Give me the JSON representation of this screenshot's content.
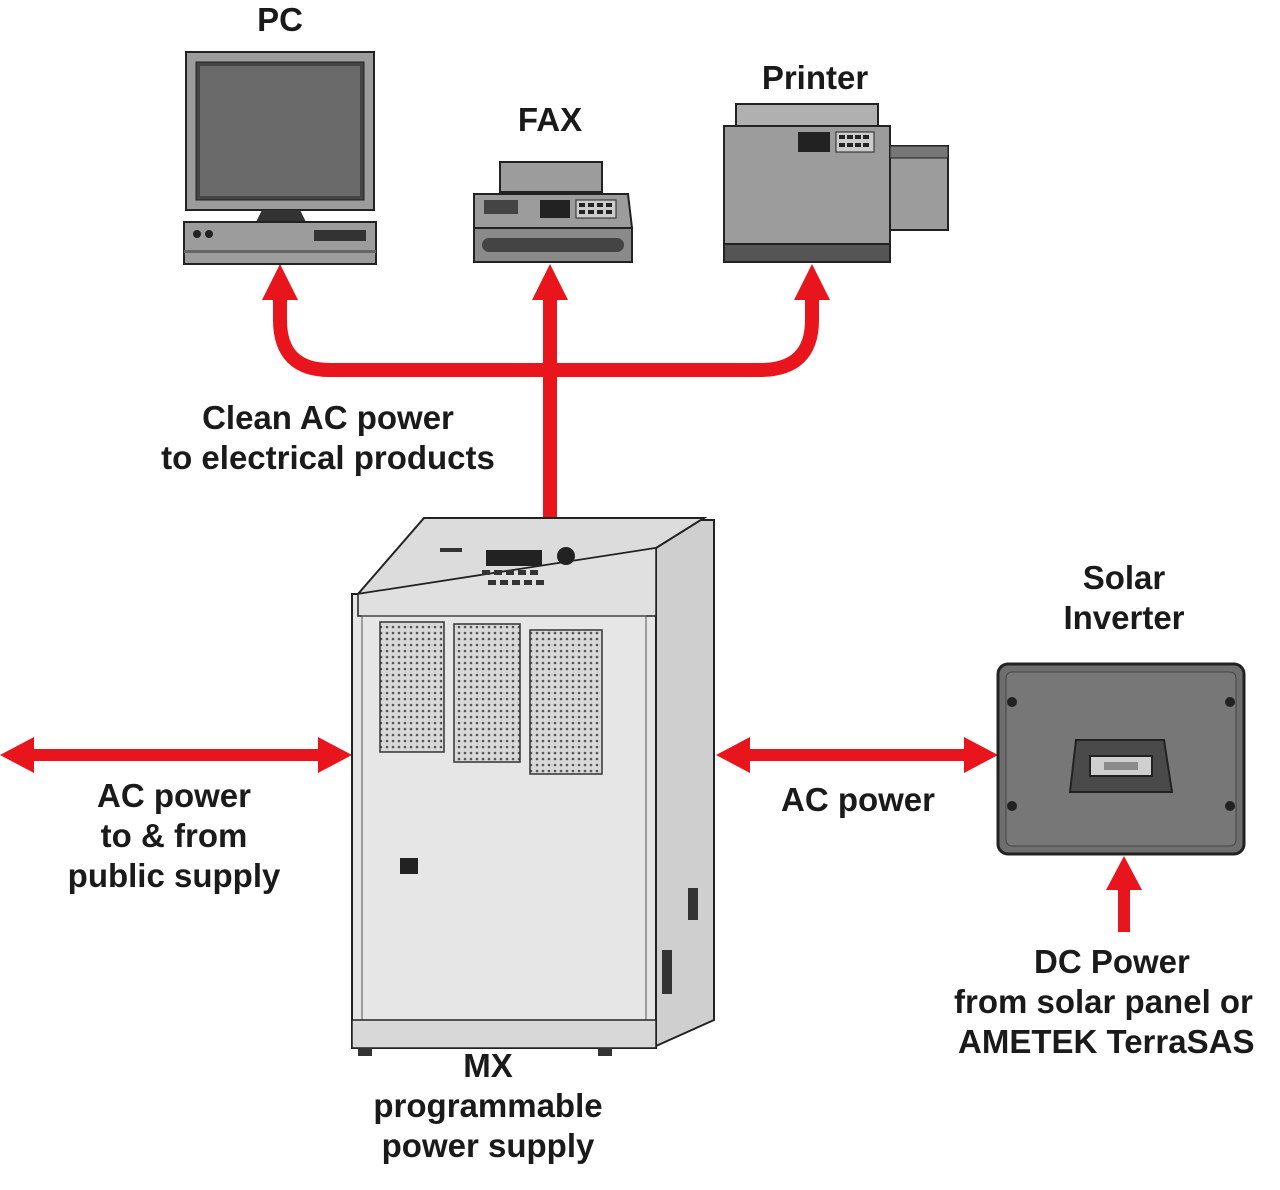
{
  "labels": {
    "pc": "PC",
    "fax": "FAX",
    "printer": "Printer",
    "clean_ac": [
      "Clean AC power",
      "to electrical products"
    ],
    "ac_public": [
      "AC power",
      "to & from",
      "public supply"
    ],
    "ac_power": "AC power",
    "solar_inverter": [
      "Solar",
      "Inverter"
    ],
    "dc_power": [
      "DC Power",
      "from solar panel or",
      "AMETEK TerraSAS"
    ],
    "mx": [
      "MX",
      "programmable",
      "power supply"
    ]
  },
  "colors": {
    "arrow": "#e8161c",
    "device_gray": "#9c9c9c",
    "device_dark": "#555555",
    "cabinet": "#e6e6e6",
    "inverter": "#6e6e6e"
  }
}
